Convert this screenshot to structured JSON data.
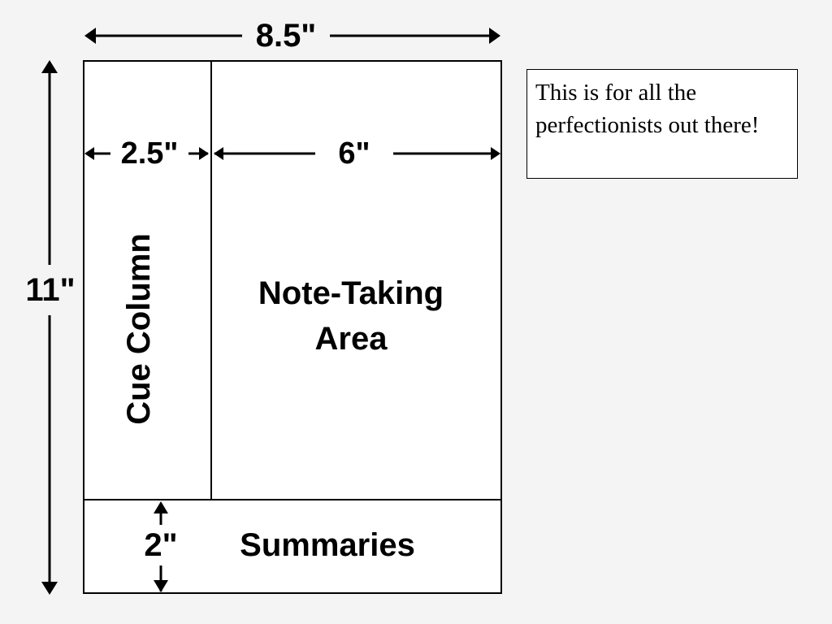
{
  "diagram": {
    "page_width_label": "8.5\"",
    "page_height_label": "11\"",
    "cue_width_label": "2.5\"",
    "notes_width_label": "6\"",
    "summary_height_label": "2\"",
    "cue_column_label": "Cue Column",
    "note_area_label_line1": "Note-Taking",
    "note_area_label_line2": "Area",
    "summaries_label": "Summaries"
  },
  "callout": {
    "text": "This is for all the perfectionists out there!"
  },
  "colors": {
    "background": "#f4f4f4",
    "line": "#000000",
    "paper": "#ffffff"
  }
}
